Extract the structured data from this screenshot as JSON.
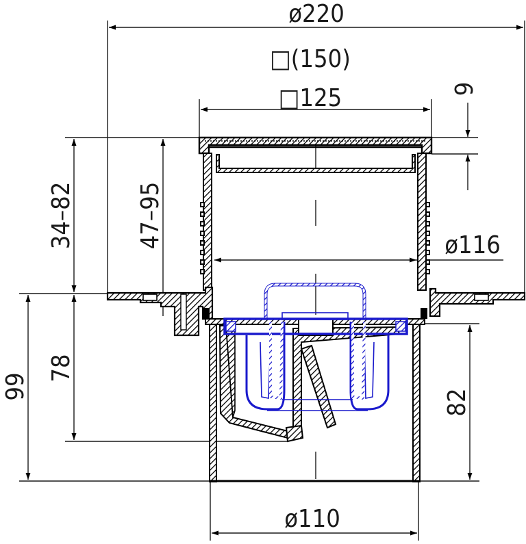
{
  "drawing": {
    "title": "Floor drain cross-section",
    "line_color": "#000000",
    "accent_color": "#1a1acc",
    "background": "#ffffff"
  },
  "dimensions": {
    "top_overall": "ø220",
    "top_square_outer": "□(150)",
    "top_square_inner": "□125",
    "grate_thickness": "9",
    "left_range_outer": "34–82",
    "left_range_inner": "47–95",
    "inner_diameter": "ø116",
    "left_bottom_outer": "99",
    "left_bottom_inner": "78",
    "right_outlet_height": "82",
    "outlet_diameter": "ø110"
  }
}
